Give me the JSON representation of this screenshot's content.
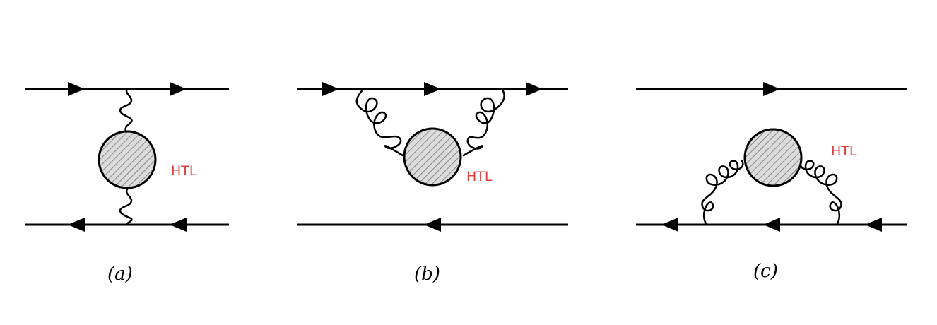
{
  "colors": {
    "line": "#000000",
    "htl_label": "#e03c3c",
    "blob_hatch": "#9a9a9a",
    "blob_fill": "#d9d9d9"
  },
  "diagrams": [
    {
      "caption": "(a)",
      "blob_label": "HTL"
    },
    {
      "caption": "(b)",
      "blob_label": "HTL"
    },
    {
      "caption": "(c)",
      "blob_label": "HTL"
    }
  ]
}
